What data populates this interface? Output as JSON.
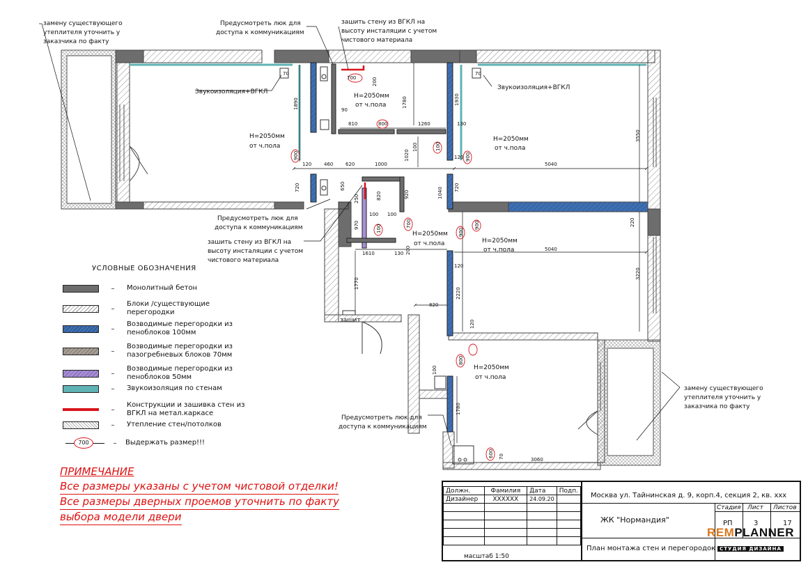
{
  "annotations": {
    "insulation_left": [
      "замену существующего",
      "утеплителя уточнить у",
      "заказчика по факту"
    ],
    "insulation_right": [
      "замену существующего",
      "утеплителя уточнить у",
      "заказчика по факту"
    ],
    "hatch_top": [
      "Предусмотреть люк для",
      "доступа к коммуникациям"
    ],
    "hatch_mid": [
      "Предусмотреть люк для",
      "доступа к коммуникациям"
    ],
    "hatch_bottom": [
      "Предусмотреть люк для",
      "доступа к коммуникациям"
    ],
    "gkl_top": [
      "зашить стену из ВГКЛ на",
      "высоту инсталяции с учетом",
      "чистового материала"
    ],
    "gkl_mid": [
      "зашить стену из ВГКЛ на",
      "высоту инсталяции с учетом",
      "чистового материала"
    ],
    "sound_left": "Звукоизоляция+ВГКЛ",
    "sound_right": "Звукоизоляция+ВГКЛ",
    "h1": [
      "Н=2050мм",
      "от ч.пола"
    ],
    "h2": [
      "Н=2050мм",
      "от ч.пола"
    ],
    "h3": [
      "Н=2050мм",
      "от ч.пола"
    ],
    "h4": [
      "Н=2050мм",
      "от ч.пола"
    ],
    "h5": [
      "Н=2050мм",
      "от ч.пола"
    ],
    "h6": [
      "Н=2050мм",
      "от ч.пола"
    ],
    "zashit": "зашит"
  },
  "dims": {
    "d700": "700",
    "d200a": "200",
    "d1780a": "1780",
    "d1890": "1890",
    "d90": "90",
    "d810": "810",
    "d1260": "1260",
    "d130": "130",
    "d1930": "1930",
    "d3550": "3550",
    "d70a": "70",
    "d70b": "70",
    "d120a": "120",
    "d460": "460",
    "d620": "620",
    "d1000": "1000",
    "d1020": "1020",
    "d100a": "100",
    "d5040a": "5040",
    "d120b": "120",
    "d720a": "720",
    "d650": "650",
    "d250": "250",
    "d820a": "820",
    "d920": "920",
    "d1040": "1040",
    "d720b": "720",
    "d970": "970",
    "d100b": "100",
    "d100c": "100",
    "d1610": "1610",
    "d130b": "130",
    "d200b": "200",
    "d5040b": "5040",
    "d220": "220",
    "d120c": "120",
    "d3220": "3220",
    "d1770": "1770",
    "d820b": "820",
    "d2220": "2220",
    "d120d": "120",
    "d100d": "100",
    "d1780b": "1780",
    "d70c": "70",
    "d3060": "3060"
  },
  "keep": {
    "k700": "700",
    "k800a": "800",
    "k900a": "900",
    "k100a": "100",
    "k900b": "900",
    "k100b": "100",
    "k700b": "700",
    "k900c": "900",
    "k900d": "900",
    "k800b": "800",
    "k600": "600"
  },
  "legend": {
    "title": "УСЛОВНЫЕ ОБОЗНАЧЕНИЯ",
    "dash": "–",
    "items": [
      {
        "color": "#6d6d6d",
        "text": "Монолитный бетон"
      },
      {
        "color": "#ffffff",
        "text": "Блоки /существующие перегородки"
      },
      {
        "color": "#3f6fb0",
        "text": "Возводимые перегородки из пеноблоков 100мм"
      },
      {
        "color": "#a89f96",
        "text": "Возводимые перегородки из пазогребневых блоков 70мм"
      },
      {
        "color": "#a98fd6",
        "text": "Возводимые перегородки из пеноблоков 50мм"
      },
      {
        "color": "#5fb3b3",
        "text": "Звукоизоляция по стенам"
      },
      {
        "color": "#d8141b",
        "text": "Конструкции и зашивка стен из ВГКЛ на метал.каркасе"
      },
      {
        "color": "#e6e6e6",
        "text": "Утепление стен/потолков"
      }
    ],
    "keep_value": "700",
    "keep_text": "Выдержать размер!!!"
  },
  "note": {
    "title": "ПРИМЕЧАНИЕ",
    "lines": [
      "Все размеры указаны с учетом чистовой отделки!",
      "Все размеры дверных проемов уточнить по факту",
      "выбора модели двери"
    ]
  },
  "stamp": {
    "headers": [
      "Должн.",
      "Фамилия",
      "Дата",
      "Подп."
    ],
    "row": [
      "Дизайнер",
      "XXXXXX",
      "24.09.20",
      ""
    ],
    "scale": "масштаб 1:50"
  },
  "titleblock": {
    "address": "Москва ул. Тайнинская д. 9, корп.4, секция 2, кв. ххх",
    "complex": "ЖК \"Нормандия\"",
    "col_stage": "Стадия",
    "col_sheet": "Лист",
    "col_sheets": "Листов",
    "stage": "РП",
    "sheet": "3",
    "sheets": "17",
    "drawing": "План монтажа стен и перегородок",
    "logo_rem": "REM",
    "logo_planner": "PLANNER",
    "logo_sub": "СТУДИЯ ДИЗАЙНА"
  },
  "colors": {
    "concrete": "#6d6d6d",
    "foam100": "#3f6fb0",
    "sound": "#5fb3b3",
    "gkl": "#d8141b",
    "red_text": "#d11"
  }
}
